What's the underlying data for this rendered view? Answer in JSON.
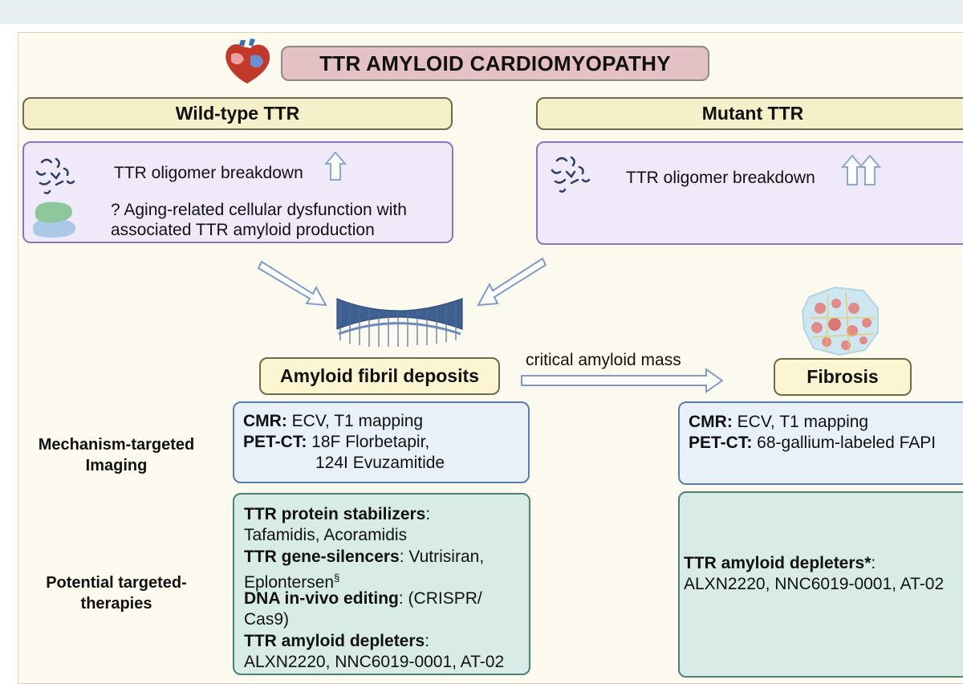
{
  "title": "TTR AMYLOID CARDIOMYOPATHY",
  "wild_type": {
    "header": "Wild-type TTR",
    "line1": "TTR oligomer breakdown",
    "line2a": "? Aging-related cellular dysfunction with",
    "line2b": "associated TTR amyloid production"
  },
  "mutant": {
    "header": "Mutant TTR",
    "line1": "TTR oligomer breakdown"
  },
  "deposits_label": "Amyloid fibril deposits",
  "arrow_label": "critical amyloid mass",
  "fibrosis_label": "Fibrosis",
  "row_labels": {
    "imaging_1": "Mechanism-targeted",
    "imaging_2": "Imaging",
    "therapy_1": "Potential targeted-",
    "therapy_2": "therapies"
  },
  "imaging_left": {
    "cmr_label": "CMR:",
    "cmr_value": " ECV, T1 mapping",
    "pet_label": "PET-CT:",
    "pet_value": " 18F Florbetapir,",
    "pet_value2": "124I Evuzamitide"
  },
  "imaging_right": {
    "cmr_label": "CMR:",
    "cmr_value": " ECV, T1 mapping",
    "pet_label": "PET-CT:",
    "pet_value": " 68-gallium-labeled FAPI"
  },
  "therapy_left": {
    "stab_label": "TTR protein stabilizers",
    "stab_colon": ":",
    "stab_value": "Tafamidis, Acoramidis",
    "silencer_label": "TTR gene-silencers",
    "silencer_value": ": Vutrisiran,",
    "silencer_value2": "Eplontersen",
    "silencer_mark": "§",
    "dna_label": "DNA in-vivo editing",
    "dna_value": ": (CRISPR/",
    "dna_value2": "Cas9)",
    "depleter_label": "TTR amyloid depleters",
    "depleter_colon": ":",
    "depleter_value": "ALXN2220, NNC6019-0001, AT-02"
  },
  "therapy_right": {
    "depleter_label": "TTR amyloid depleters*",
    "depleter_colon": ":",
    "depleter_value": "ALXN2220, NNC6019-0001, AT-02"
  },
  "icons": [
    "heart-icon",
    "ttr-oligomer-icon",
    "cell-dysfunction-icon",
    "up-arrow-icon",
    "amyloid-fibril-icon",
    "fibrosis-tissue-icon"
  ],
  "colors": {
    "title_fill": "#e3c1c4",
    "header_fill": "#f6f0ca",
    "purple_fill": "#efe9f9",
    "blue_fill": "#e8f0f9",
    "teal_fill": "#d9ebe7",
    "panel_bg": "#fcfaee"
  }
}
